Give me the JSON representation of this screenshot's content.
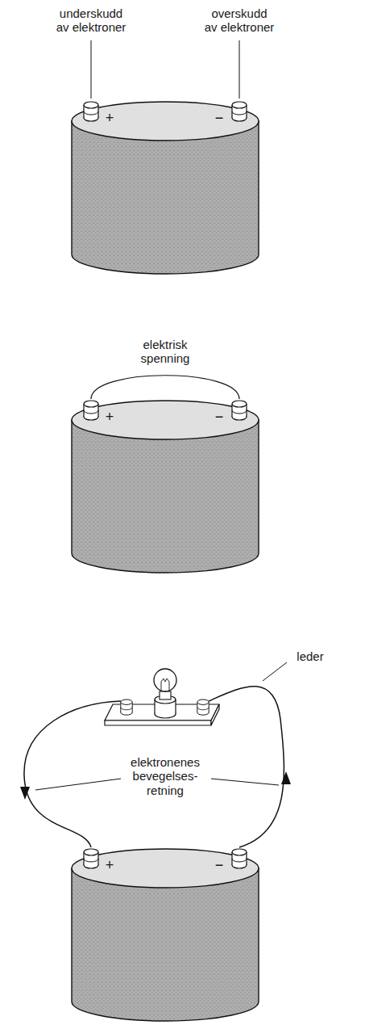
{
  "diagram": {
    "labels": [
      "underskudd av elektroner",
      "overskudd av elektroner",
      "+",
      "−",
      "elektrisk spenning",
      "+",
      "−",
      "leder",
      "elektronenes bevegelses- retning",
      "+",
      "−"
    ]
  }
}
